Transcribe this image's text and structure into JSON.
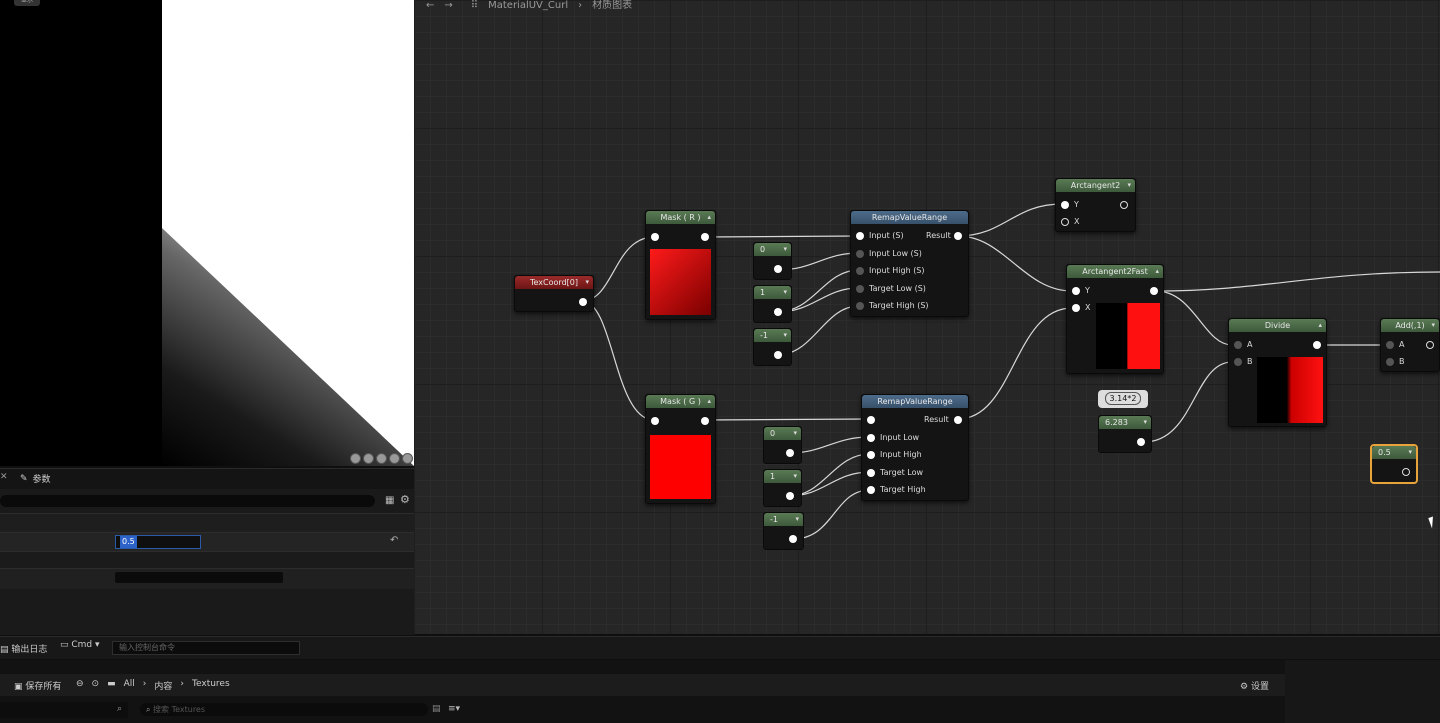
{
  "breadcrumb": {
    "asset": "MaterialUV_Curl",
    "graph": "材质图表"
  },
  "viewport": {
    "top_button": "显示"
  },
  "details": {
    "tab_label": "参数",
    "value": "0.5"
  },
  "nodes": {
    "texcoord": {
      "title": "TexCoord[0]"
    },
    "mask_r": {
      "title": "Mask ( R )"
    },
    "mask_g": {
      "title": "Mask ( G )"
    },
    "remap1": {
      "title": "RemapValueRange",
      "pins": [
        "Input (S)",
        "Input Low (S)",
        "Input High (S)",
        "Target Low (S)",
        "Target High (S)"
      ],
      "output": "Result"
    },
    "remap2": {
      "title": "RemapValueRange",
      "pins": [
        "Input Low",
        "Input High",
        "Target Low",
        "Target High"
      ],
      "output": "Result"
    },
    "atan2": {
      "title": "Arctangent2",
      "pins": [
        "Y",
        "X"
      ]
    },
    "atan2fast": {
      "title": "Arctangent2Fast",
      "pins": [
        "Y",
        "X"
      ]
    },
    "divide": {
      "title": "Divide",
      "pins": [
        "A",
        "B"
      ]
    },
    "add": {
      "title": "Add(,1)",
      "pins": [
        "A",
        "B"
      ]
    },
    "comment": {
      "text": "3.14*2"
    }
  },
  "constants": {
    "c1": "0",
    "c2": "1",
    "c3": "-1",
    "c4": "0",
    "c5": "1",
    "c6": "-1",
    "pi2": "6.283",
    "half": "0.5"
  },
  "console": {
    "log_tab": "输出日志",
    "cmd_label": "Cmd",
    "cmd_placeholder": "输入控制台命令"
  },
  "content": {
    "save_all": "保存所有",
    "path": [
      "All",
      "内容",
      "Textures"
    ],
    "settings": "设置",
    "search_placeholder": "搜索 Textures"
  },
  "colors": {
    "node_green": "#4a6b47",
    "node_blue": "#44607d",
    "node_red": "#8a2020",
    "selection": "#e8a33a"
  }
}
